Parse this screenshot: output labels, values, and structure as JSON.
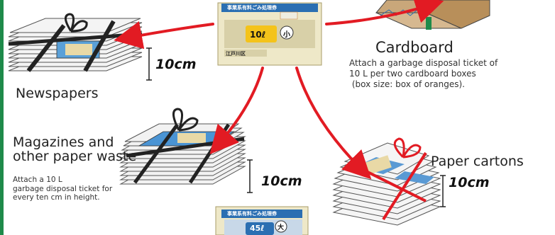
{
  "colors": {
    "accent_red": "#e21b23",
    "green_bar": "#1e8a4a",
    "ticket_blue": "#2b6fb2"
  },
  "newspapers": {
    "label": "Newspapers",
    "height": "10cm"
  },
  "cardboard": {
    "label": "Cardboard",
    "note_lines": [
      "Attach a garbage disposal ticket of",
      "10 L per two cardboard boxes",
      " (box size: box of oranges)."
    ]
  },
  "magazines": {
    "label_lines": [
      "Magazines and",
      "other paper waste"
    ],
    "height": "10cm",
    "note_lines": [
      "Attach a 10 L",
      "garbage disposal ticket for",
      "every ten cm in height."
    ]
  },
  "cartons": {
    "label": "Paper cartons",
    "height": "10cm"
  },
  "ticket_small": {
    "title": "事業系有料ごみ処理券",
    "volume": "10ℓ",
    "size": "小",
    "issuer": "江戸川区"
  },
  "ticket_large": {
    "title": "事業系有料ごみ処理券",
    "volume": "45ℓ",
    "size": "大"
  },
  "icons": [
    "newspaper-bundle",
    "cardboard-box",
    "magazine-bundle",
    "paper-carton-bundle",
    "garbage-ticket",
    "red-arrow"
  ]
}
